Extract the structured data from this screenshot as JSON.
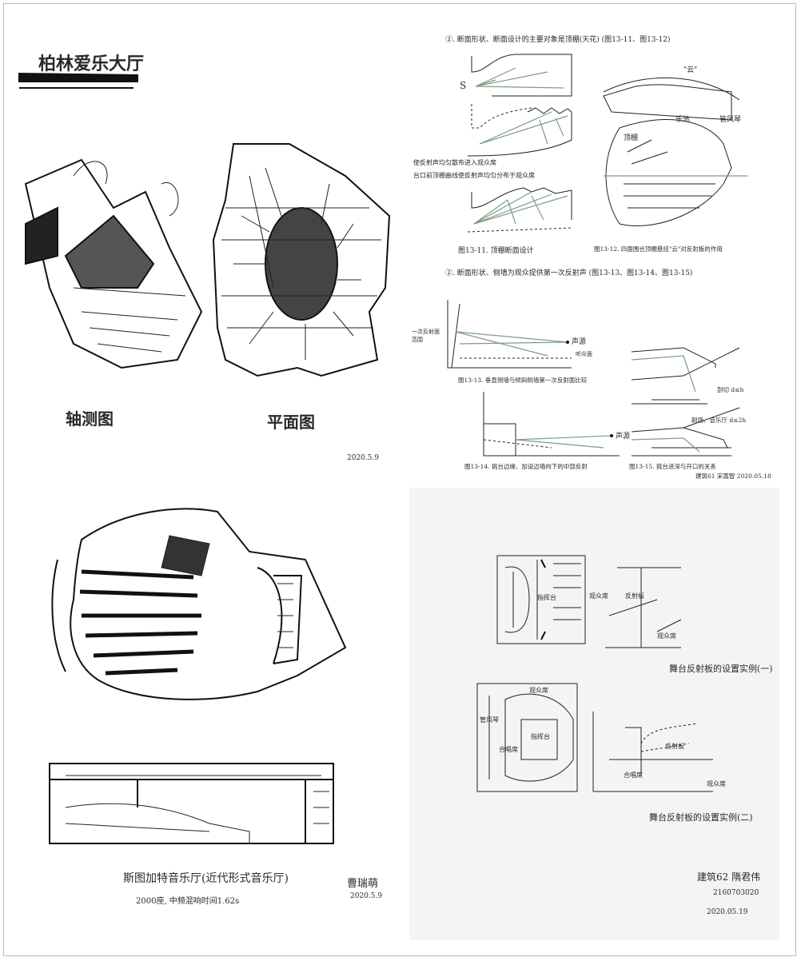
{
  "panel_berlin": {
    "title": "柏林爱乐大厅",
    "label_axonometric": "轴测图",
    "label_plan": "平面图",
    "signature_date": "2020.5.9"
  },
  "panel_section": {
    "heading1": "②. 断面形状、断面设计的主要对象是顶棚(天花)  (图13-11、图13-12)",
    "note1": "使反射声均匀散布进入观众席",
    "note2": "台口前顶棚曲线使反射声均匀分布于观众席",
    "source_label": "S",
    "label_cloud": "\"云\"",
    "label_stage": "乐池",
    "label_organ": "管风琴",
    "label_ceiling": "顶棚",
    "caption_13_11": "图13-11. 顶棚断面设计",
    "caption_13_12": "图13-12. 四面围合顶棚悬挂\"云\"对反射板的作用",
    "heading2": "②. 断面形状、侧墙为观众提供第一次反射声  (图13-13、图13-14、图13-15)",
    "label_first_reflection": "一次反射面范围",
    "label_source": "声源",
    "label_audience_plane": "听众面",
    "caption_13_13": "图13-13. 垂直侧墙与倾斜侧墙第一次反射面比较",
    "caption_13_14": "图13-14. 挑台边缘、加设边墙向下的中部反射",
    "caption_13_15": "图13-15. 挑台进深与开口的关系",
    "label_d_h": "剖切 d≤h",
    "label_d_2h": "剧场、音乐厅 d≤2h",
    "signature": "建筑61 宋嵩智 2020.05.18"
  },
  "panel_stuttgart": {
    "caption_line1": "斯图加特音乐厅(近代形式音乐厅)",
    "caption_line2": "2000座, 中频混响时间1.62s",
    "signature_name": "曹瑞萌",
    "signature_date": "2020.5.9"
  },
  "panel_reflector": {
    "label_audience": "观众席",
    "label_stage": "指挥台",
    "label_reflector": "反射板",
    "label_choir": "合唱席",
    "label_organ": "管风琴",
    "caption_1": "舞台反射板的设置实例(一)",
    "caption_2": "舞台反射板的设置实例(二)",
    "signature_class": "建筑62 隋君伟",
    "signature_id": "2160703020",
    "signature_date": "2020.05.19"
  },
  "colors": {
    "ink": "#111111",
    "green": "#7d9c86",
    "paper": "#f4f4f4"
  }
}
